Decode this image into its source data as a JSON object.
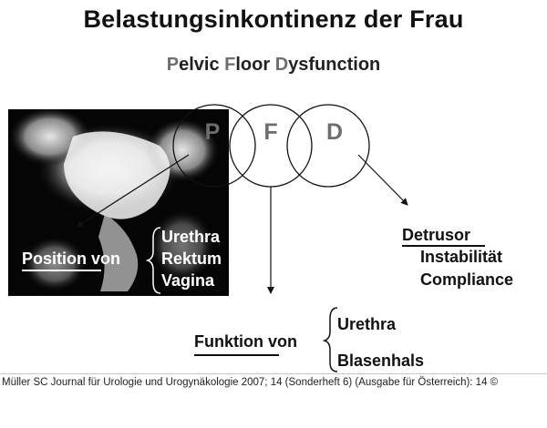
{
  "title": "Belastungsinkontinenz der Frau",
  "subtitle": {
    "p1": "P",
    "p2": "elvic ",
    "p3": "F",
    "p4": "loor ",
    "p5": "D",
    "p6": "ysfunction"
  },
  "circles": {
    "p": "P",
    "f": "F",
    "d": "D"
  },
  "position": {
    "label": "Position von",
    "items": [
      "Urethra",
      "Rektum",
      "Vagina"
    ]
  },
  "detrusor": {
    "label": "Detrusor",
    "items": [
      "Instabilität",
      "Compliance"
    ]
  },
  "funktion": {
    "label": "Funktion von",
    "items": [
      "Urethra",
      "Blasenhals"
    ]
  },
  "citation": "Müller SC Journal für Urologie und Urogynäkologie 2007; 14 (Sonderheft 6) (Ausgabe für Österreich): 14 ©",
  "colors": {
    "highlight": "#6e6e6e",
    "text": "#111111",
    "image_dark": "#050505"
  }
}
